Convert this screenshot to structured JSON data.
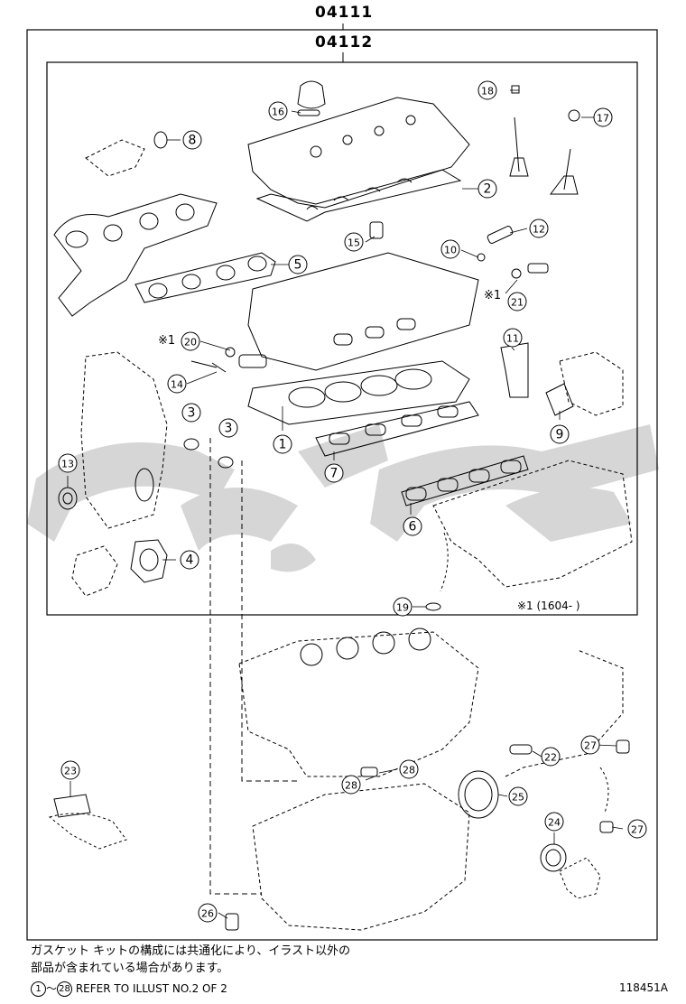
{
  "header": {
    "outer_code": "04111",
    "inner_code": "04112"
  },
  "callouts": [
    {
      "num": "1"
    },
    {
      "num": "2"
    },
    {
      "num": "3"
    },
    {
      "num": "3"
    },
    {
      "num": "4"
    },
    {
      "num": "5"
    },
    {
      "num": "6"
    },
    {
      "num": "7"
    },
    {
      "num": "8"
    },
    {
      "num": "9"
    },
    {
      "num": "10"
    },
    {
      "num": "11"
    },
    {
      "num": "12"
    },
    {
      "num": "13"
    },
    {
      "num": "14"
    },
    {
      "num": "15"
    },
    {
      "num": "16"
    },
    {
      "num": "17"
    },
    {
      "num": "18"
    },
    {
      "num": "19"
    },
    {
      "num": "20"
    },
    {
      "num": "21"
    },
    {
      "num": "22"
    },
    {
      "num": "23"
    },
    {
      "num": "24"
    },
    {
      "num": "25"
    },
    {
      "num": "26"
    },
    {
      "num": "27"
    },
    {
      "num": "27"
    },
    {
      "num": "28"
    },
    {
      "num": "28"
    }
  ],
  "markers": {
    "mark": "※1",
    "range_note": "※1 (1604-        )"
  },
  "footer": {
    "note_line1": "ガスケット キットの構成には共通化により、イラスト以外の",
    "note_line2": "部品が含まれている場合があります。",
    "ref_from": "1",
    "ref_sep": "〜",
    "ref_to": "28",
    "ref_text": "REFER TO ILLUST NO.2 OF 2",
    "figure_id": "118451A"
  },
  "watermark_color": "#c8c8c8"
}
